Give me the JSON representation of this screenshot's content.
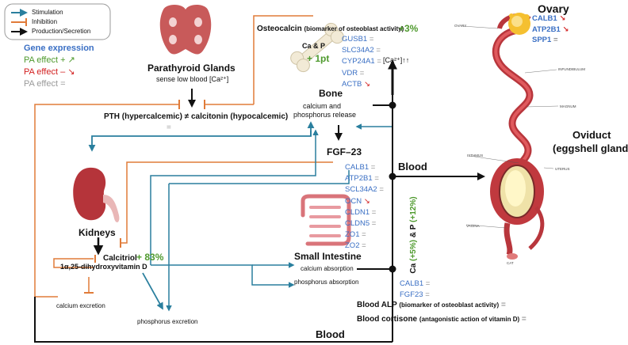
{
  "legend": {
    "stimulation": "Stimulation",
    "inhibition": "Inhibition",
    "production": "Production/Secretion",
    "gene_expression": "Gene expression",
    "pa_plus": "PA effect + ↗",
    "pa_minus": "PA effect – ↘",
    "pa_eq": "PA effect ="
  },
  "parathyroid": {
    "title": "Parathyroid Glands",
    "subtitle": "sense low blood [Ca²⁺]"
  },
  "pth_line": "PTH (hypercalcemic) ≠ calcitonin (hypocalcemic)",
  "pth_eq": "=",
  "osteocalcin": {
    "label": "Osteocalcin",
    "note": "(biomarker of osteoblast activity)",
    "effect": "+3%"
  },
  "bone": {
    "ca_p": "Ca & P",
    "pt": "+ 1pt",
    "title": "Bone",
    "desc_1": "calcium and",
    "desc_2": "phosphorus release"
  },
  "bone_genes": [
    {
      "name": "GUSB1",
      "mark": "="
    },
    {
      "name": "SLC34A2",
      "mark": "="
    },
    {
      "name": "CYP24A1",
      "mark": "="
    },
    {
      "name": "VDR",
      "mark": "="
    },
    {
      "name": "ACTB",
      "mark": "↘"
    }
  ],
  "ca_ion": "[Ca²⁺]↑↑",
  "fgf": "FGF–23",
  "intestine_genes": [
    {
      "name": "CALB1",
      "mark": "="
    },
    {
      "name": "ATP2B1",
      "mark": "="
    },
    {
      "name": "SCL34A2",
      "mark": "="
    },
    {
      "name": "OCN",
      "mark": "↘"
    },
    {
      "name": "CLDN1",
      "mark": "="
    },
    {
      "name": "CLDN5",
      "mark": "="
    },
    {
      "name": "ZO1",
      "mark": "="
    },
    {
      "name": "ZO2",
      "mark": "="
    }
  ],
  "blood_right": "Blood",
  "blood_bottom": "Blood",
  "ca_p_vertical": {
    "ca": "Ca",
    "ca_eff": "(+5%)",
    "amp": "& P",
    "p_eff": "(+12%)"
  },
  "kidneys": {
    "title": "Kidneys",
    "calcitriol": "Calcitriol",
    "effect": "+ 83%",
    "vitd": "1α,25-dihydroxyvitamin D",
    "ca_excretion": "calcium excretion",
    "p_excretion": "phosphorus excretion"
  },
  "small_intestine": {
    "title": "Small Intestine",
    "ca_abs": "calcium absorption",
    "p_abs": "phosphorus absorption"
  },
  "blood_genes": [
    {
      "name": "CALB1",
      "mark": "="
    },
    {
      "name": "FGF23",
      "mark": "="
    }
  ],
  "blood_alp": {
    "label": "Blood ALP",
    "note": "(biomarker of osteoblast activity)",
    "mark": "="
  },
  "blood_cortisone": {
    "label": "Blood cortisone",
    "note": "(antagonistic action of vitamin D)",
    "mark": "="
  },
  "ovary": {
    "title": "Ovary",
    "genes": [
      {
        "name": "CALB1",
        "mark": "↘"
      },
      {
        "name": "ATP2B1",
        "mark": "↘"
      },
      {
        "name": "SPP1",
        "mark": "="
      }
    ]
  },
  "oviduct": {
    "title_1": "Oviduct",
    "title_2": "(eggshell gland)"
  },
  "oviduct_labels": {
    "ovary": "OVARY",
    "infundibulum": "INFUNDIBULUM",
    "magnum": "MAGNUM",
    "isthmus": "ISTHMUS",
    "uterus": "UTERUS",
    "vagina": "VAGINA",
    "cat": "CAT"
  },
  "colors": {
    "stimulation": "#2a7f9e",
    "inhibition": "#e07b39",
    "production": "#111111",
    "gene": "#3a6fc4",
    "plus": "#4f9a2e",
    "minus": "#d21f1f",
    "neutral": "#9a9a9a"
  }
}
